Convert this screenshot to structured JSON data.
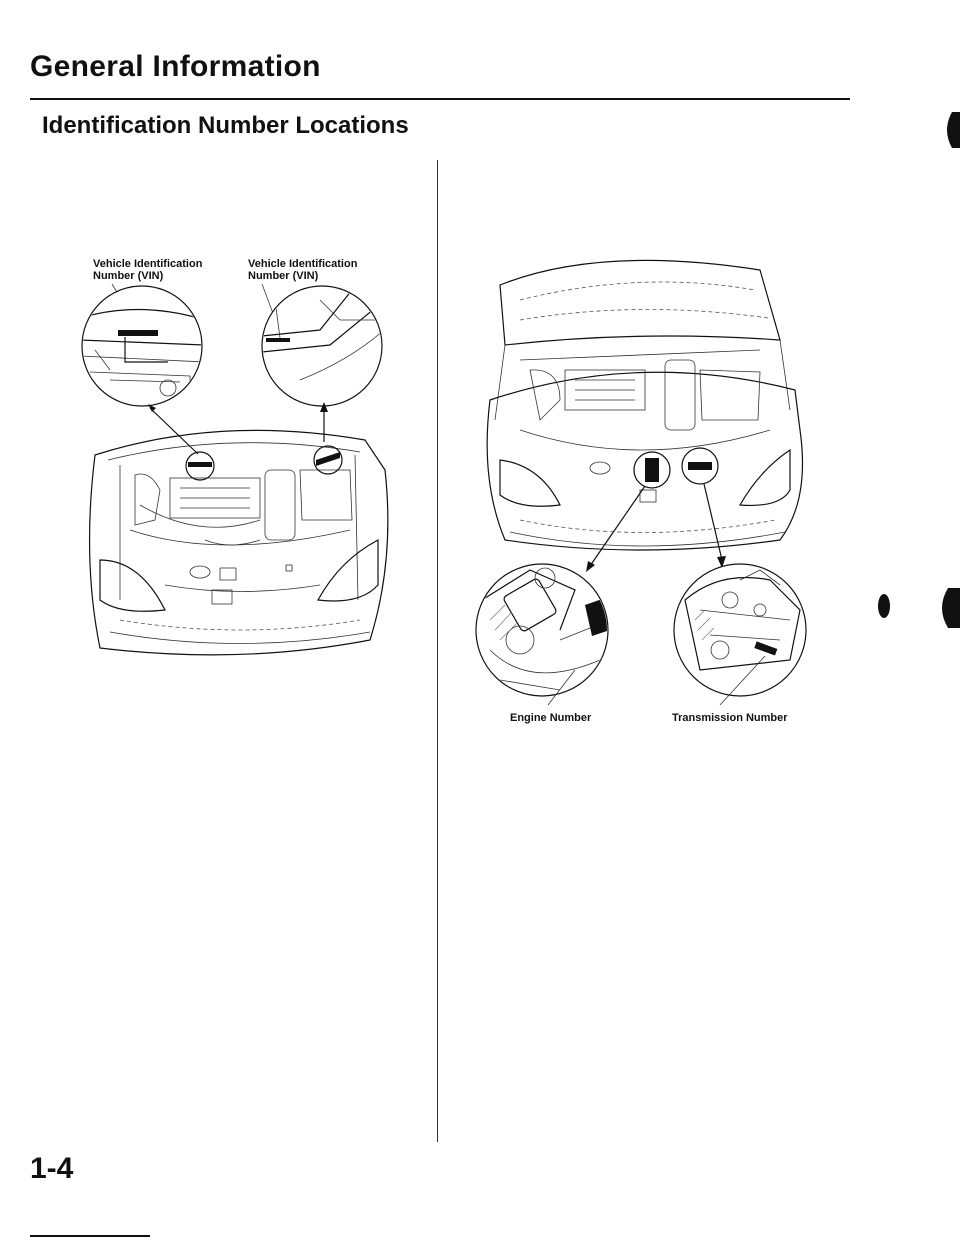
{
  "header": {
    "title": "General Information",
    "section": "Identification Number Locations"
  },
  "labels": {
    "vin_left": "Vehicle Identification Number (VIN)",
    "vin_right": "Vehicle Identification Number (VIN)",
    "engine_number": "Engine Number",
    "transmission_number": "Transmission Number"
  },
  "footer": {
    "page_number": "1-4"
  }
}
